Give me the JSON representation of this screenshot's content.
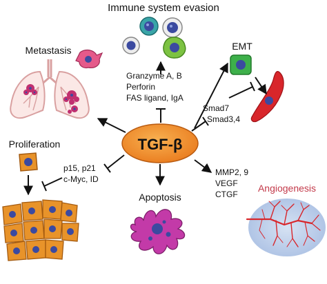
{
  "center": {
    "label": "TGF-β"
  },
  "sections": {
    "immune": {
      "title": "Immune system evasion",
      "factors": [
        "Granzyme A, B",
        "Perforin",
        "FAS ligand, IgA"
      ]
    },
    "metastasis": {
      "title": "Metastasis"
    },
    "emt": {
      "title": "EMT",
      "factors": [
        "Smad7",
        "Smad3,4"
      ]
    },
    "proliferation": {
      "title": "Proliferation",
      "factors": [
        "p15, p21",
        "c-Myc, ID"
      ]
    },
    "apoptosis": {
      "title": "Apoptosis"
    },
    "angiogenesis": {
      "title": "Angiogenesis",
      "factors": [
        "MMP2, 9",
        "VEGF",
        "CTGF"
      ]
    }
  },
  "colors": {
    "center_fill": "#f28c1c",
    "cell_teal": "#3aa5a8",
    "cell_green": "#7cc242",
    "cell_blue_nucleus": "#3b4aa0",
    "tumor_cell": "#e8932a",
    "metastasis_cell": "#e55a8a",
    "lung_outline": "#d9a0a0",
    "apoptosis_cell": "#c33aa8",
    "emt_cell": "#d8262b",
    "emt_round_cell": "#3db04a",
    "vessel_red": "#d8262b",
    "angio_blue": "#b9cbe8",
    "angio_text": "#c33a4a"
  }
}
